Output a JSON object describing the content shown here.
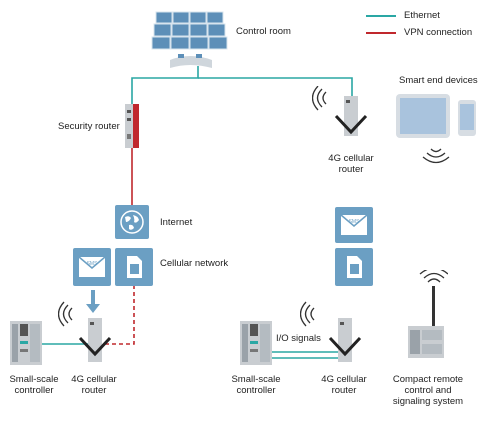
{
  "colors": {
    "ethernet": "#2aa7a4",
    "vpn": "#c0282d",
    "tile": "#6b9fc3"
  },
  "legend": {
    "ethernet": "Ethernet",
    "vpn": "VPN connection"
  },
  "labels": {
    "control_room": "Control room",
    "security_router": "Security router",
    "cellular_router_top_line1": "4G cellular",
    "cellular_router_top_line2": "router",
    "smart_end_devices": "Smart end devices",
    "internet": "Internet",
    "cellular_network": "Cellular network",
    "small_controller_left_line1": "Small-scale",
    "small_controller_left_line2": "controller",
    "router_left_line1": "4G cellular",
    "router_left_line2": "router",
    "io_signals": "I/O signals",
    "small_controller_right_line1": "Small-scale",
    "small_controller_right_line2": "controller",
    "router_right_line1": "4G cellular",
    "router_right_line2": "router",
    "compact_line1": "Compact remote",
    "compact_line2": "control and",
    "compact_line3": "signaling system"
  },
  "icons": {
    "internet": "globe-icon",
    "sms": "sms-envelope-icon",
    "sim": "sim-card-icon"
  }
}
